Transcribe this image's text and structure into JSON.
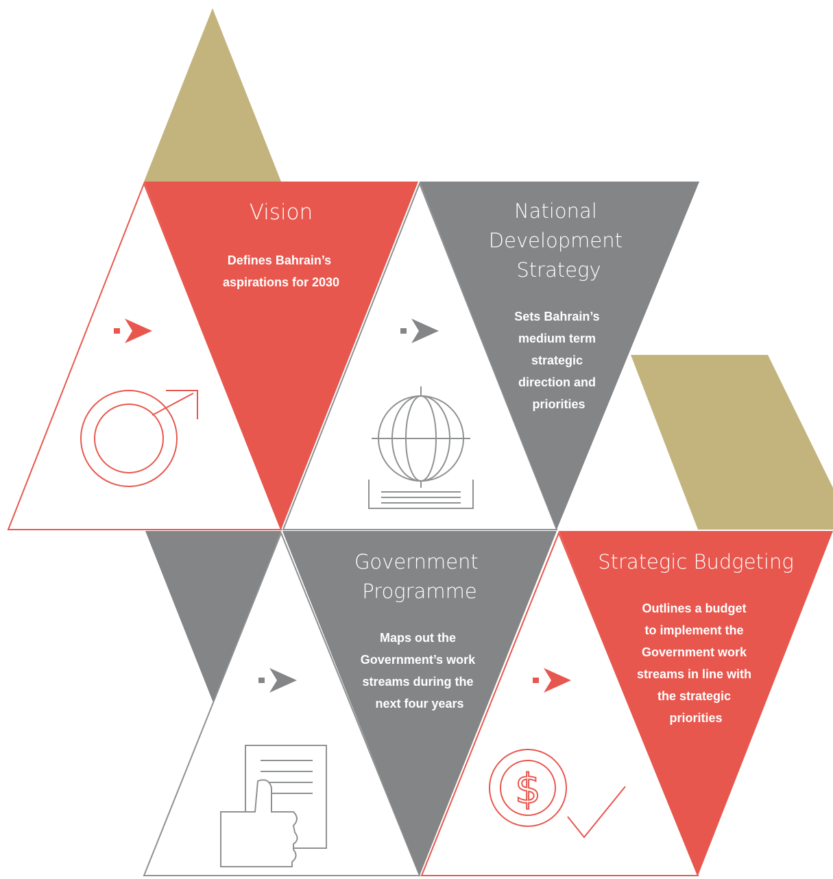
{
  "colors": {
    "red": "#E8574E",
    "grey": "#838587",
    "gold": "#C3B47E",
    "outline_red": "#E8574E",
    "outline_grey": "#8E9092"
  },
  "stages": [
    {
      "title_lines": [
        "Vision"
      ],
      "desc_lines": [
        "Defines Bahrain’s",
        "aspirations for 2030"
      ],
      "icon": "target-arrow-icon"
    },
    {
      "title_lines": [
        "National",
        "Development",
        "Strategy"
      ],
      "desc_lines": [
        "Sets Bahrain’s",
        "medium term",
        "strategic",
        "direction and",
        "priorities"
      ],
      "icon": "globe-on-book-icon"
    },
    {
      "title_lines": [
        "Government",
        "Programme"
      ],
      "desc_lines": [
        "Maps out the",
        "Government’s work",
        "streams during the",
        "next four years"
      ],
      "icon": "document-thumbs-up-icon"
    },
    {
      "title_lines": [
        "Strategic Budgeting"
      ],
      "desc_lines": [
        "Outlines a budget",
        "to implement the",
        "Government work",
        "streams in line with",
        "the strategic",
        "priorities"
      ],
      "icon": "dollar-coin-checkmark-icon"
    }
  ]
}
